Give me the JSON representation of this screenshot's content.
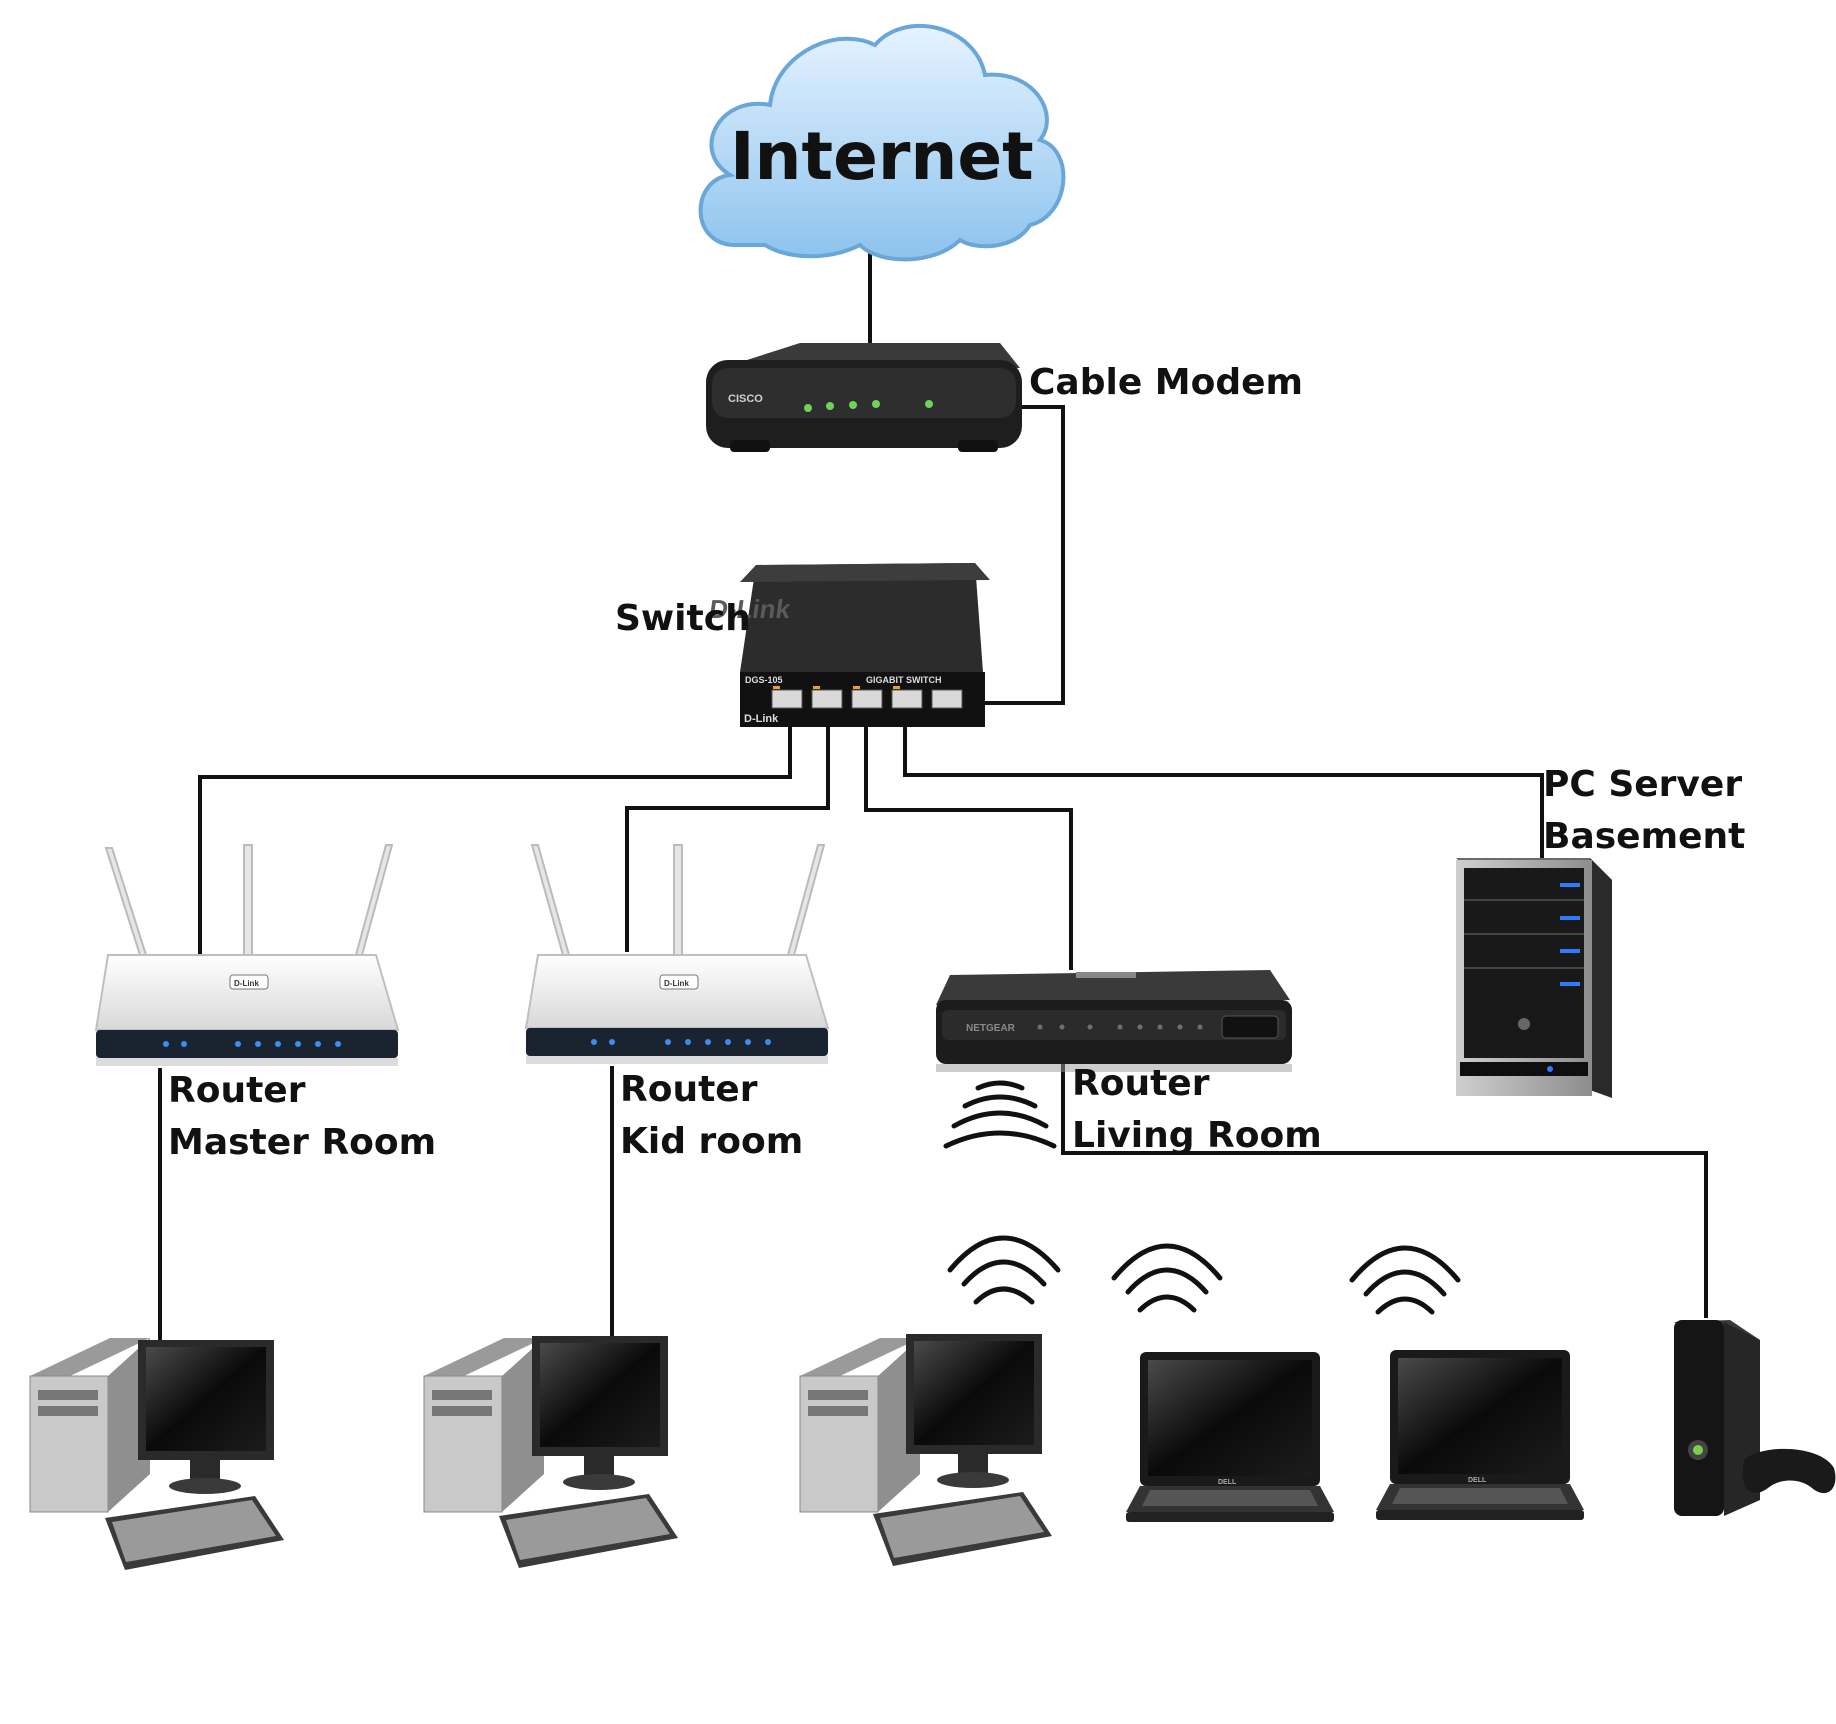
{
  "cloud_label": "Internet",
  "labels": {
    "modem": "Cable Modem",
    "switch": "Switch",
    "server_line1": "PC Server",
    "server_line2": "Basement",
    "router1_line1": "Router",
    "router1_line2": "Master Room",
    "router2_line1": "Router",
    "router2_line2": "Kid room",
    "router3_line1": "Router",
    "router3_line2": "Living Room"
  },
  "device_markings": {
    "modem_brand": "CISCO",
    "switch_brand": "D-Link",
    "switch_model": "DGS-105",
    "switch_caption": "GIGABIT SWITCH",
    "router_brand": "D-Link",
    "router3_brand": "NETGEAR",
    "laptop_brand": "DELL"
  },
  "colors": {
    "line": "#111111",
    "cloud_fill": "#bcdcf6",
    "device_dark": "#222222",
    "led_green": "#6fd35a",
    "server_led": "#2f7bff",
    "router_white": "#f2f2f2"
  }
}
